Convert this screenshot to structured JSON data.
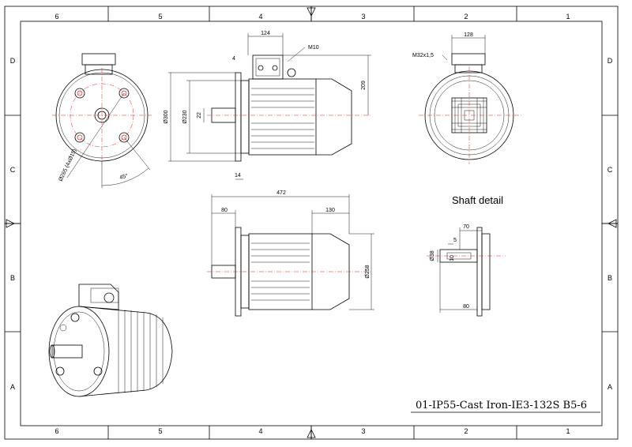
{
  "frame": {
    "col_labels": [
      "6",
      "5",
      "4",
      "3",
      "2",
      "1"
    ],
    "row_labels": [
      "D",
      "C",
      "B",
      "A"
    ]
  },
  "title_block": {
    "code": "01-IP55-Cast Iron-IE3-132S B5-6"
  },
  "sections": {
    "shaft_detail": "Shaft detail"
  },
  "dims": {
    "m10": "M10",
    "d124": "124",
    "d4": "4",
    "d209": "209",
    "d300": "Ø300",
    "d230": "Ø230",
    "d22": "22",
    "d14": "14",
    "d265": "Ø265 (4xØ15)",
    "ang45": "45°",
    "d472": "472",
    "d80": "80",
    "d130": "130",
    "d258": "Ø258",
    "m32": "M32x1,5",
    "d128": "128",
    "s70": "70",
    "s5": "5",
    "s10": "10",
    "s38": "Ø38",
    "s80": "80"
  },
  "colors": {
    "centerline": "#d22222",
    "line": "#000000"
  }
}
